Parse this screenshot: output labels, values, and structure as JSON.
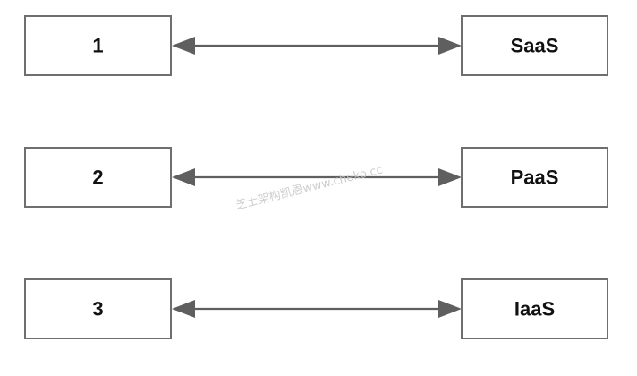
{
  "diagram": {
    "rows": [
      {
        "left_label": "1",
        "right_label": "SaaS"
      },
      {
        "left_label": "2",
        "right_label": "PaaS"
      },
      {
        "left_label": "3",
        "right_label": "IaaS"
      }
    ],
    "connector": "bidirectional-arrow",
    "colors": {
      "box_border": "#6f6f6f",
      "arrow": "#5f5f5f",
      "text": "#111111",
      "background": "#ffffff"
    }
  },
  "watermark": {
    "text": "芝士架构凯恩www.cheko.cc"
  }
}
